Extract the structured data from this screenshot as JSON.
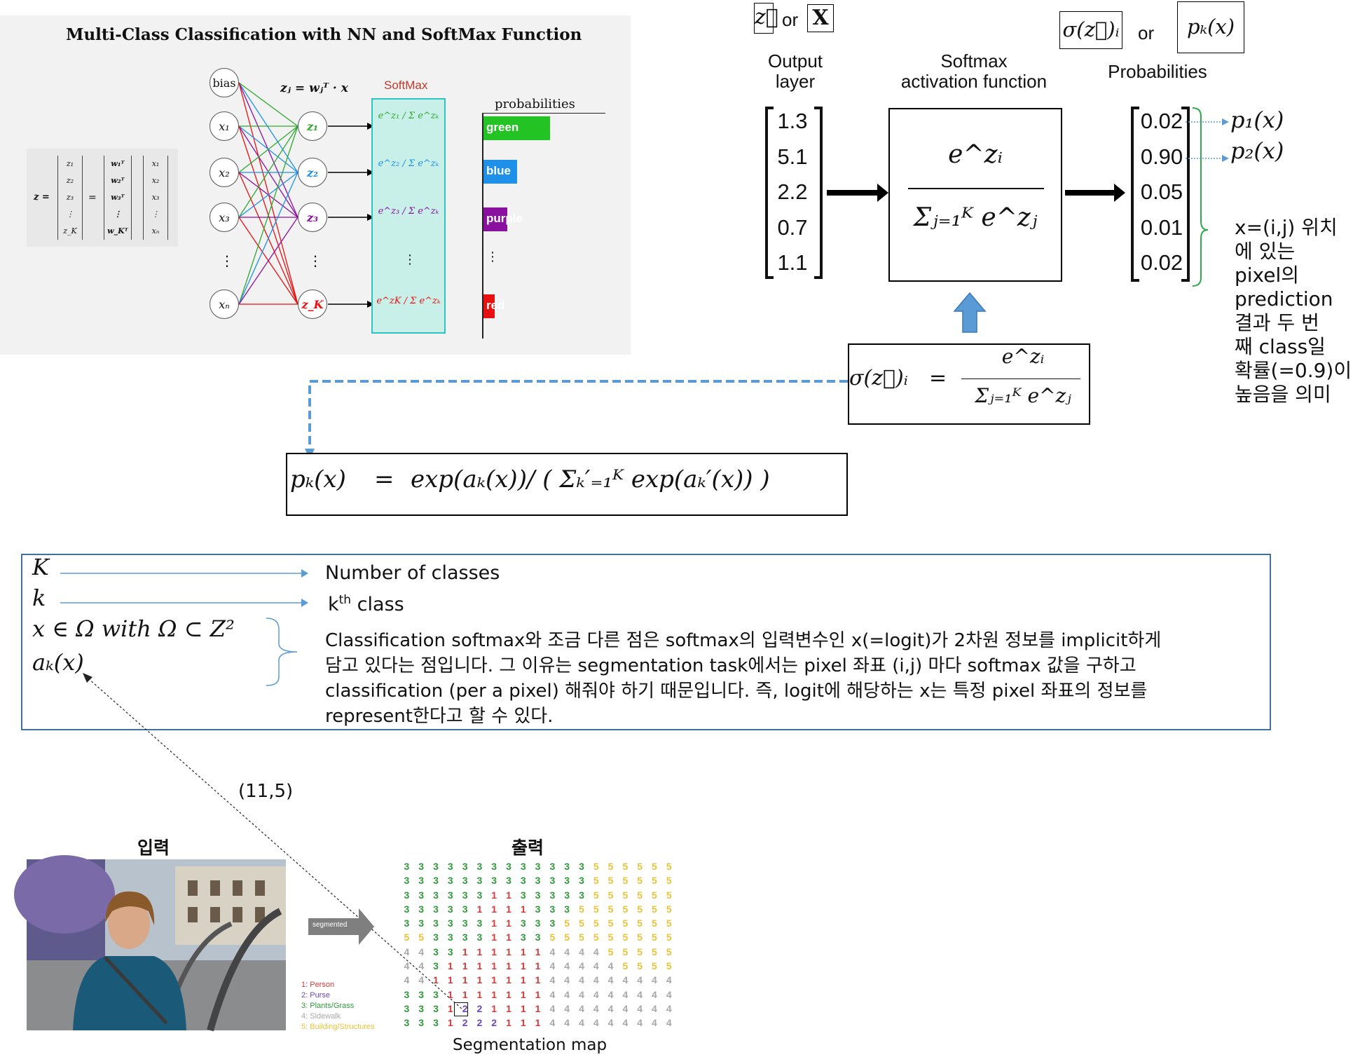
{
  "nn_panel": {
    "title": "Multi-Class Classification with NN and SoftMax Function",
    "z_eq_label": "z =",
    "z_vec": [
      "z₁",
      "z₂",
      "z₃",
      "⋮",
      "z_K"
    ],
    "w_vec": [
      "w₁ᵀ",
      "w₂ᵀ",
      "w₃ᵀ",
      "⋮",
      "w_Kᵀ"
    ],
    "x_vec": [
      "x₁",
      "x₂",
      "x₃",
      "⋮",
      "xₙ"
    ],
    "eq_sign": "=",
    "inputs": [
      "bias",
      "x₁",
      "x₂",
      "x₃",
      "⋮",
      "xₙ"
    ],
    "outputs": [
      "z₁",
      "z₂",
      "z₃",
      "⋮",
      "z_K"
    ],
    "zj_formula": "zⱼ = wⱼᵀ · x",
    "softmax_label": "SoftMax",
    "softmax_terms": [
      "e^z₁ / Σ e^zₖ",
      "e^z₂ / Σ e^zₖ",
      "e^z₃ / Σ e^zₖ",
      "⋮",
      "e^zK / Σ e^zₖ"
    ],
    "prob_title": "probabilities",
    "bars": [
      {
        "label": "green",
        "color": "#22c322",
        "value": 0.9
      },
      {
        "label": "blue",
        "color": "#1e90e8",
        "value": 0.45
      },
      {
        "label": "purple",
        "color": "#8a10a0",
        "value": 0.32
      },
      {
        "label": "red",
        "color": "#e81010",
        "value": 0.15
      }
    ],
    "bar_dots": "⋮"
  },
  "top_right": {
    "z_symbol": "z⃗",
    "or1": "or",
    "x_symbol": "X",
    "output_layer": [
      "Output",
      "layer"
    ],
    "softmax_fn": [
      "Softmax",
      "activation function"
    ],
    "sigma_symbol": "σ(z⃗)ᵢ",
    "or2": "or",
    "pk_symbol": "pₖ(x)",
    "probabilities": "Probabilities",
    "logits": [
      "1.3",
      "5.1",
      "2.2",
      "0.7",
      "1.1"
    ],
    "softmax_num": "e^zᵢ",
    "softmax_den": "Σⱼ₌₁ᴷ e^zⱼ",
    "probs": [
      "0.02",
      "0.90",
      "0.05",
      "0.01",
      "0.02"
    ],
    "p1": "p₁(x)",
    "p2": "p₂(x)",
    "note_lines": [
      "x=(i,j) 위치",
      "에 있는",
      "pixel의",
      "prediction",
      "결과 두 번",
      "째 class일",
      "확률(=0.9)이",
      "높음을 의미"
    ],
    "sigma_formula_lhs": "σ(z⃗)ᵢ",
    "sigma_formula_eq": "=",
    "sigma_formula_num": "e^zᵢ",
    "sigma_formula_den": "Σⱼ₌₁ᴷ e^zⱼ"
  },
  "pk_formula": {
    "lhs": "pₖ(x)",
    "eq": "=",
    "rhs": "exp(aₖ(x))/ ( Σₖ′₌₁ᴷ exp(aₖ′(x)) )"
  },
  "legend_box": {
    "K": "K",
    "K_desc": "Number of classes",
    "k": "k",
    "k_desc_sup": "th",
    "k_desc_main": "k",
    "k_desc_tail": " class",
    "omega": "x ∈ Ω with Ω ⊂ Z²",
    "ak": "aₖ(x)",
    "desc_lines": [
      "Classification softmax와 조금 다른 점은 softmax의 입력변수인 x(=logit)가 2차원 정보를 implicit하게",
      "담고 있다는 점입니다. 그 이유는 segmentation task에서는 pixel 좌표 (i,j) 마다 softmax 값을 구하고",
      "classification (per a pixel) 해줘야 하기 때문입니다. 즉, logit에 해당하는 x는 특정 pixel 좌표의 정보를",
      "represent한다고 할 수 있다."
    ]
  },
  "coord_label": "(11,5)",
  "segmentation": {
    "input_title": "입력",
    "output_title": "출력",
    "arrow_label": "segmented",
    "caption": "Segmentation map",
    "classes": [
      {
        "label": "1: Person",
        "color": "#d23a3a"
      },
      {
        "label": "2: Purse",
        "color": "#6a48b8"
      },
      {
        "label": "3: Plants/Grass",
        "color": "#2e9a3a"
      },
      {
        "label": "4: Sidewalk",
        "color": "#a8a8a8"
      },
      {
        "label": "5: Building/Structures",
        "color": "#e8c33a"
      }
    ],
    "grid": [
      "3333333333333555555",
      "3333333333333555555",
      "3333331133333555555",
      "3333311113335555555",
      "3333331133355555555",
      "5533331133555555555",
      "4433111111444455555",
      "4431111111444445555",
      "4411111111444444444",
      "3331111111444444444",
      "3331221111444444444",
      "3331222111444444444"
    ]
  }
}
